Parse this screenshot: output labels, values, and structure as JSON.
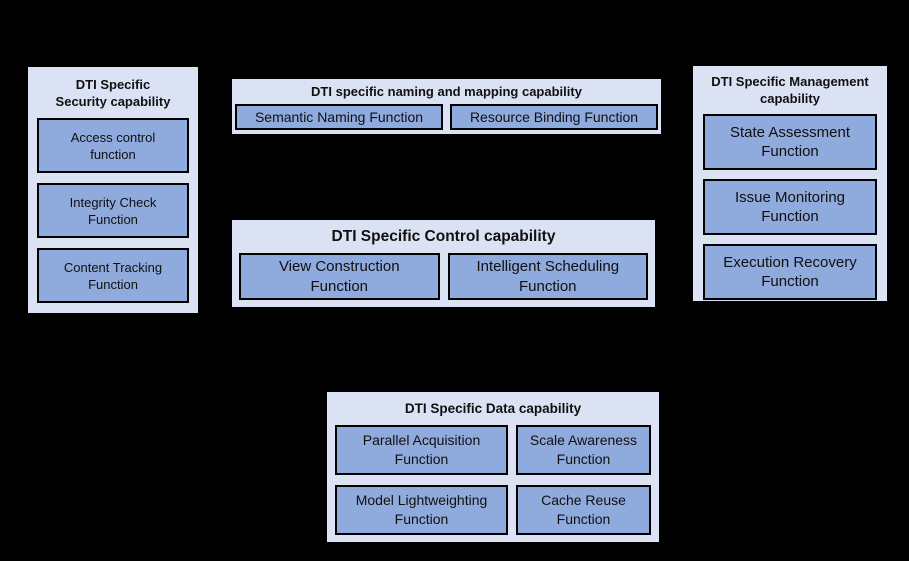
{
  "diagram": {
    "background_color": "#000000",
    "group_fill_color": "#dbe2f4",
    "function_fill_color": "#8faadc",
    "border_color": "#000000",
    "text_color": "#101010"
  },
  "groups": [
    {
      "id": "security",
      "title": "DTI Specific\nSecurity capability",
      "functions": [
        "Access control\nfunction",
        "Integrity Check\nFunction",
        "Content Tracking\nFunction"
      ]
    },
    {
      "id": "naming-and-mapping",
      "title": "DTI specific naming and mapping capability",
      "functions": [
        "Semantic Naming Function",
        "Resource Binding Function"
      ]
    },
    {
      "id": "control",
      "title": "DTI Specific Control capability",
      "functions": [
        "View Construction\nFunction",
        "Intelligent Scheduling\nFunction"
      ]
    },
    {
      "id": "management",
      "title": "DTI Specific Management\ncapability",
      "functions": [
        "State Assessment\nFunction",
        "Issue Monitoring\nFunction",
        "Execution Recovery\nFunction"
      ]
    },
    {
      "id": "data",
      "title": "DTI Specific Data capability",
      "functions": [
        "Parallel Acquisition\nFunction",
        "Scale Awareness\nFunction",
        "Model Lightweighting\nFunction",
        "Cache Reuse\nFunction"
      ]
    }
  ]
}
